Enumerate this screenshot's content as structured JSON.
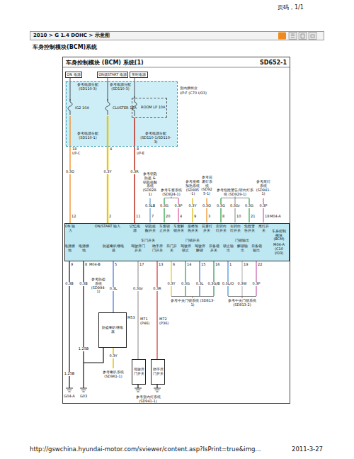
{
  "diagram": {
    "title": "车身控制模块(BCM)系统",
    "nodes": [
      {
        "text": [
          "2010 > G 1.4 DOHC > 示意图"
        ]
      },
      {
        "text": [
          "车身控制模块 (BCM) 系统(1)",
          "SD652-1"
        ]
      },
      {
        "text": [
          "ON 电源"
        ],
        "in": 1
      },
      {
        "text": [
          "ON或START 电源"
        ],
        "in": 1
      },
      {
        "text": [
          "常时电源"
        ],
        "in": 1
      },
      {
        "text": [
          "室内接线盒",
          "I/P-F (C70 I/O3)"
        ],
        "in": 1
      },
      {
        "text": [
          "IG2 10A"
        ],
        "in": 5
      },
      {
        "text": [
          "CLUSTER 10A"
        ],
        "in": 5
      },
      {
        "text": [
          "ROOM LP 10A"
        ],
        "in": 5
      },
      {
        "text": [
          "车身控制模块 (BCM)",
          "M04-A (C10 I/O3)"
        ],
        "in": 1
      },
      {
        "text": [
          "防盗喇叭继电器"
        ],
        "in": 1
      },
      {
        "text": [
          "驾驶席门开关"
        ],
        "in": 1
      },
      {
        "text": [
          "助手席门开关"
        ],
        "in": 1
      }
    ],
    "edges": [
      {
        "from": 2,
        "to": 6,
        "arrow": "none"
      },
      {
        "from": 3,
        "to": 7,
        "arrow": "none"
      },
      {
        "from": 4,
        "to": 8,
        "arrow": "none"
      },
      {
        "from": 6,
        "to": 9,
        "label": "0.3O",
        "arrow": "none"
      },
      {
        "from": 7,
        "to": 9,
        "label": "0.3Y",
        "arrow": "none"
      },
      {
        "from": 8,
        "to": 9,
        "label": "0.3R",
        "arrow": "none"
      },
      {
        "from": 9,
        "to": 10,
        "label": "0.3L",
        "arrow": "none"
      },
      {
        "from": 9,
        "to": 11,
        "label": "0.3Gr",
        "arrow": "none"
      },
      {
        "from": 9,
        "to": 12,
        "label": "0.3R",
        "arrow": "none"
      }
    ],
    "labels": [
      "页码，1/1",
      "参考电源分配 (SD110-3)",
      "参考电源分配 (SD110-3)",
      "参考电源分配 (SD110-1)",
      "参考电源分配 (SD110-1/SD110-3)",
      "18",
      "I/P-C",
      "4",
      "8",
      "I/P-E",
      "参考钥匙防盗 & 钥匙提醒系统 (SD828-1)",
      "参考车窗系统 (SD824-1)",
      "参考座椅加热系统 (SD885-1)",
      "参考前雾灯系统 (SD925-1)",
      "参考危险警告/转向灯系统 (SD929-1)",
      "参考尾灯系统 (SD941-1)",
      "0.3LB",
      "0.3G",
      "0.3P",
      "0.3Y",
      "0.3O",
      "0.3G",
      "0.3Gr",
      "0.3G",
      "0.3P",
      "12",
      "2",
      "11",
      "7",
      "20",
      "4",
      "9",
      "3",
      "8",
      "10",
      "21",
      "18",
      "M04-A",
      "ON 输入",
      "ON/START 输入",
      "记忆电源",
      "钥匙提醒开关",
      "车窗锁止开关",
      "车窗解锁开关",
      "座椅加热开关",
      "前雾灯开关",
      "左转向灯开关",
      "右转向灯开关",
      "危险警告开关",
      "尾灯开关",
      "车门开关",
      "门锁开关",
      "门锁输出",
      "电源接地",
      "电源接地",
      "防盗喇叭继电器",
      "驾驶席门开关",
      "助手席门开关",
      "后门开关",
      "驾驶席锁止",
      "驾驶席解锁",
      "后备箱开关",
      "锁止输出",
      "解锁输出",
      "后备箱输出",
      "9",
      "8",
      "M04-B",
      "5",
      "17",
      "13",
      "6",
      "14",
      "15",
      "16",
      "1",
      "19",
      "22",
      "0.3B",
      "0.3B",
      "0.3Y",
      "0.3G",
      "0.3L",
      "0.3G/B",
      "0.3L/O",
      "0.3W",
      "0.3P",
      "参考中央门锁系统 (SD813-1)",
      "参考中央门锁系统 (SD813-2)",
      "参考防盗系统 (SD994-1)",
      "M53",
      "0.3Y",
      "参考喇叭系统 (SD961-1)",
      "1.25B",
      "1.25B",
      "G04-A",
      "G03",
      "M71 (P46)",
      "M72 (P36)",
      "参考室内灯系统 (SD941-1)",
      "http://gswchina.hyundai-motor.com/sviewer/content.asp?IsPrint=true&img...",
      "2011-3-27"
    ]
  }
}
